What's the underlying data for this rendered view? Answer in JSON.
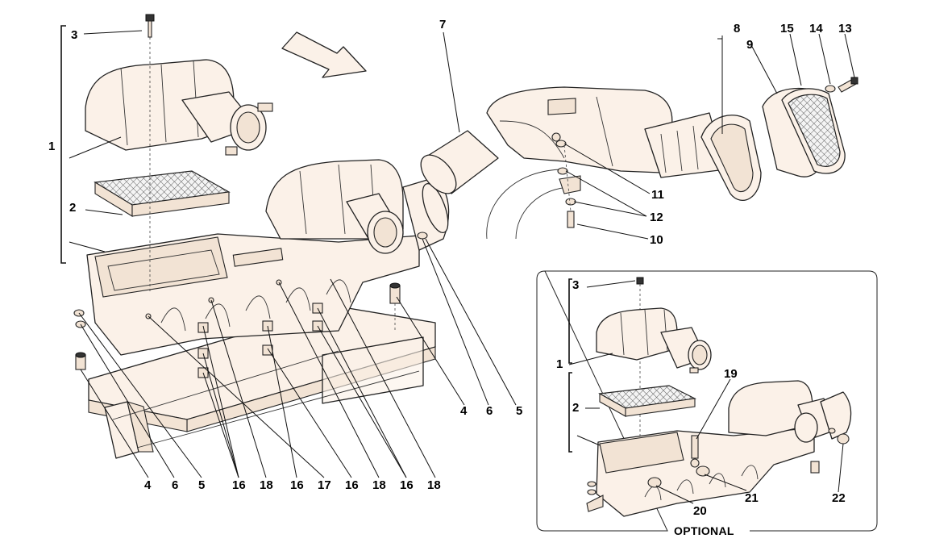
{
  "diagram": {
    "inset_caption": "OPTIONAL",
    "callouts": {
      "c1": "1",
      "c2": "2",
      "c3": "3",
      "c4a": "4",
      "c4b": "4",
      "c5a": "5",
      "c5b": "5",
      "c6a": "6",
      "c6b": "6",
      "c7": "7",
      "c8": "8",
      "c9": "9",
      "c10": "10",
      "c11": "11",
      "c12": "12",
      "c13": "13",
      "c14": "14",
      "c15": "15",
      "c16a": "16",
      "c16b": "16",
      "c16c": "16",
      "c16d": "16",
      "c17": "17",
      "c18a": "18",
      "c18b": "18",
      "c18c": "18"
    },
    "inset_callouts": {
      "i1": "1",
      "i2": "2",
      "i3": "3",
      "i19": "19",
      "i20": "20",
      "i21": "21",
      "i22": "22"
    }
  }
}
